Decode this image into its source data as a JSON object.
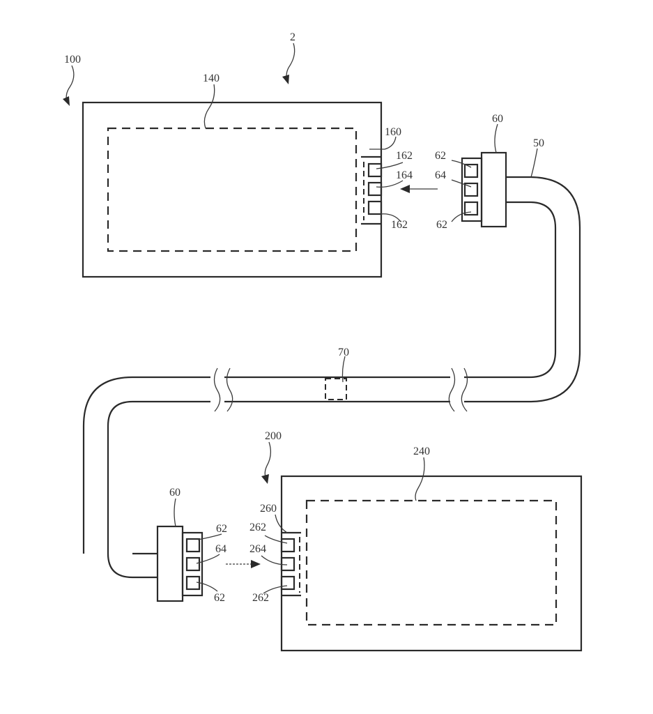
{
  "figure": {
    "type": "patent-diagram",
    "description": "Two devices connected by a cable with connectors at each end",
    "colors": {
      "line": "#2a2a2a",
      "background": "#ffffff",
      "text": "#333333"
    }
  },
  "labels": {
    "system": "100",
    "figure_ref": "2",
    "device1_region": "140",
    "device1_port": "160",
    "device1_pin_top": "162",
    "device1_pin_mid": "164",
    "device1_pin_bot": "162",
    "connector_top": "60",
    "cable": "50",
    "connector_top_pin_top": "62",
    "connector_top_pin_mid": "64",
    "connector_top_pin_bot": "62",
    "cable_module": "70",
    "device2": "200",
    "device2_region": "240",
    "device2_port": "260",
    "device2_pin_top": "262",
    "device2_pin_mid": "264",
    "device2_pin_bot": "262",
    "connector_bottom": "60",
    "connector_bottom_pin_top": "62",
    "connector_bottom_pin_mid": "64",
    "connector_bottom_pin_bot": "62"
  }
}
